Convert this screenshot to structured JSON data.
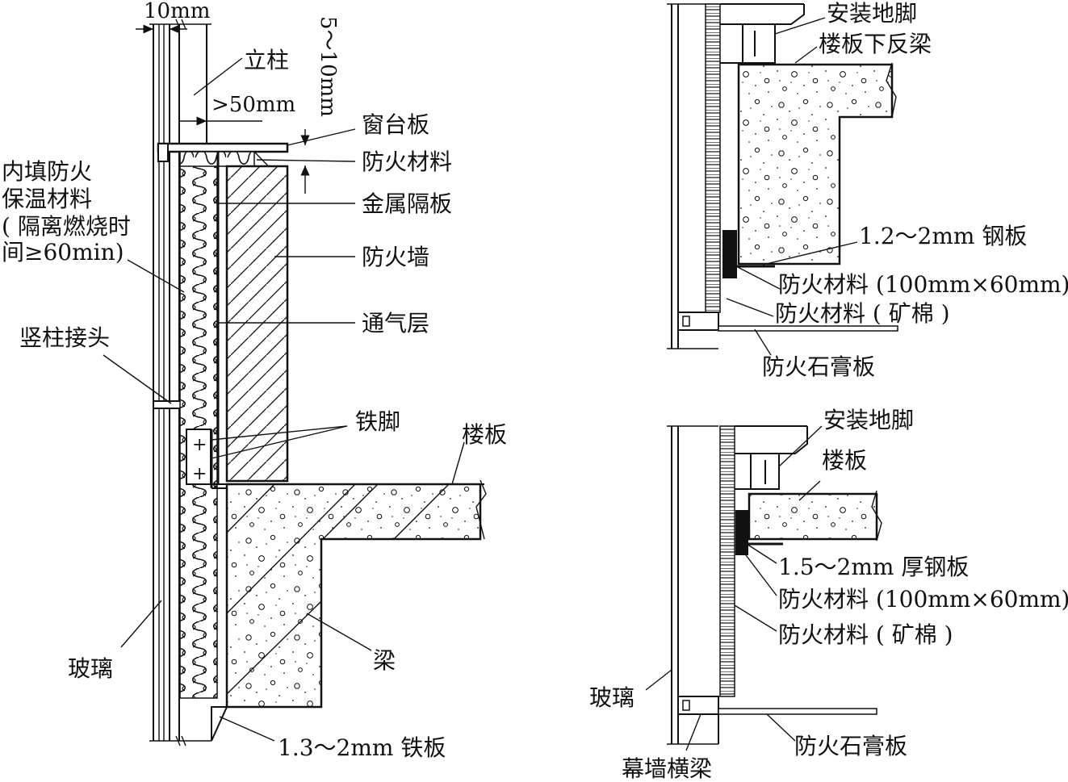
{
  "left_detail": {
    "dim_10mm": "10mm",
    "label_column": "立柱",
    "dim_50mm": ">50mm",
    "dim_5_10mm": "5～10mm",
    "label_sill_board": "窗台板",
    "label_fire_material": "防火材料",
    "label_metal_partition": "金属隔板",
    "label_fire_wall": "防火墙",
    "label_air_layer": "通气层",
    "label_infill": [
      "内填防火",
      "保温材料",
      "( 隔离燃烧时",
      "间≥60min)"
    ],
    "label_column_joint": "竖柱接头",
    "label_iron_foot": "铁脚",
    "label_floor_slab": "楼板",
    "label_glass": "玻璃",
    "label_beam": "梁",
    "label_iron_plate": "1.3～2mm 铁板"
  },
  "top_right_detail": {
    "label_anchor": "安装地脚",
    "label_upturn_beam": "楼板下反梁",
    "label_steel_plate": "1.2～2mm 钢板",
    "label_fire_material_size": "防火材料 (100mm×60mm)",
    "label_fire_material_wool": "防火材料 ( 矿棉 )",
    "label_gypsum_board": "防火石膏板"
  },
  "bottom_right_detail": {
    "label_anchor": "安装地脚",
    "label_floor_slab": "楼板",
    "label_steel_plate": "1.5～2mm 厚钢板",
    "label_fire_material_size": "防火材料 (100mm×60mm)",
    "label_fire_material_wool": "防火材料 ( 矿棉 )",
    "label_glass": "玻璃",
    "label_gypsum_board": "防火石膏板",
    "label_transom": "幕墙横梁"
  }
}
